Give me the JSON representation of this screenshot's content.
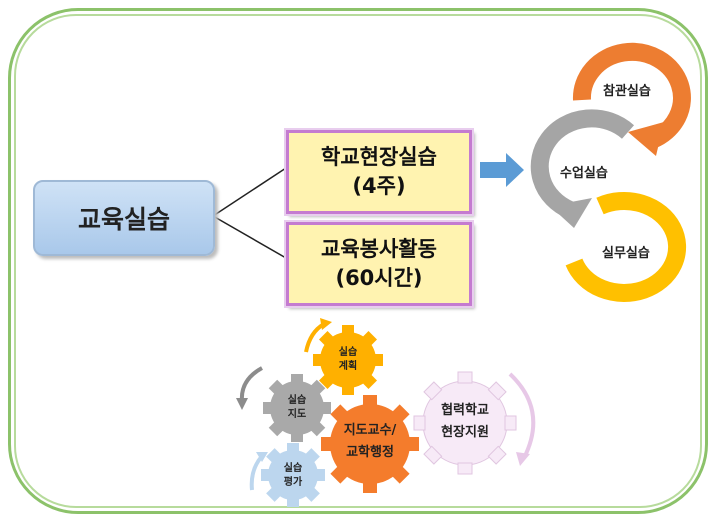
{
  "main": {
    "label": "교육실습"
  },
  "school_practice": {
    "line1": "학교현장실습",
    "line2": "(4주)"
  },
  "volunteer": {
    "line1": "교육봉사활동",
    "line2": "(60시간)"
  },
  "cycle": {
    "observation": "참관실습",
    "teaching": "수업실습",
    "practical": "실무실습",
    "colors": {
      "observation": "#ed7d31",
      "teaching": "#a5a5a5",
      "practical": "#ffc000",
      "arrow": "#5b9bd5"
    }
  },
  "gears": {
    "plan": {
      "line1": "실습",
      "line2": "계획"
    },
    "guide": {
      "line1": "실습",
      "line2": "지도"
    },
    "eval": {
      "line1": "실습",
      "line2": "평가"
    },
    "professor": {
      "line1": "지도교수/",
      "line2": "교학행정"
    },
    "partner": {
      "line1": "협력학교",
      "line2": "현장지원"
    },
    "colors": {
      "plan": "#ffb000",
      "guide": "#a9a9a9",
      "eval": "#bcd6ee",
      "professor": "#f47c2c",
      "partner": "#f7eaf7"
    }
  }
}
